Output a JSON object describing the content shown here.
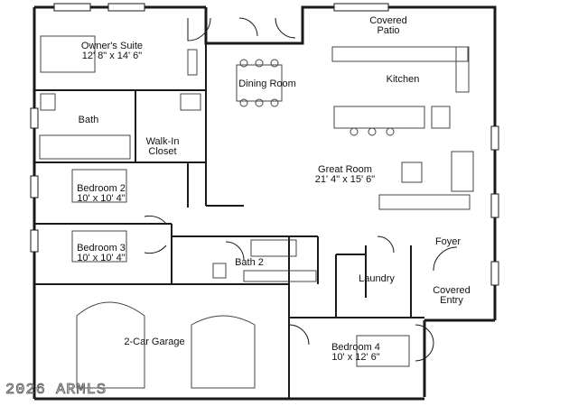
{
  "rooms": {
    "owners_suite": {
      "name": "Owner's Suite",
      "dims": "12' 8\" x 14' 6\""
    },
    "covered_patio": {
      "line1": "Covered",
      "line2": "Patio"
    },
    "dining_room": {
      "name": "Dining Room"
    },
    "kitchen": {
      "name": "Kitchen"
    },
    "bath": {
      "name": "Bath"
    },
    "walk_in_closet": {
      "line1": "Walk-In",
      "line2": "Closet"
    },
    "great_room": {
      "name": "Great Room",
      "dims": "21' 4\" x 15' 6\""
    },
    "bedroom_2": {
      "name": "Bedroom 2",
      "dims": "10' x 10' 4\""
    },
    "bedroom_3": {
      "name": "Bedroom 3",
      "dims": "10' x 10' 4\""
    },
    "foyer": {
      "name": "Foyer"
    },
    "bath_2": {
      "name": "Bath 2"
    },
    "laundry": {
      "name": "Laundry"
    },
    "covered_entry": {
      "line1": "Covered",
      "line2": "Entry"
    },
    "garage": {
      "name": "2-Car Garage"
    },
    "bedroom_4": {
      "name": "Bedroom 4",
      "dims": "10' x 12' 6\""
    }
  },
  "watermark": "2026 ARMLS",
  "colors": {
    "wall": "#1a1a1a",
    "fixture": "#444444",
    "background": "#ffffff"
  }
}
